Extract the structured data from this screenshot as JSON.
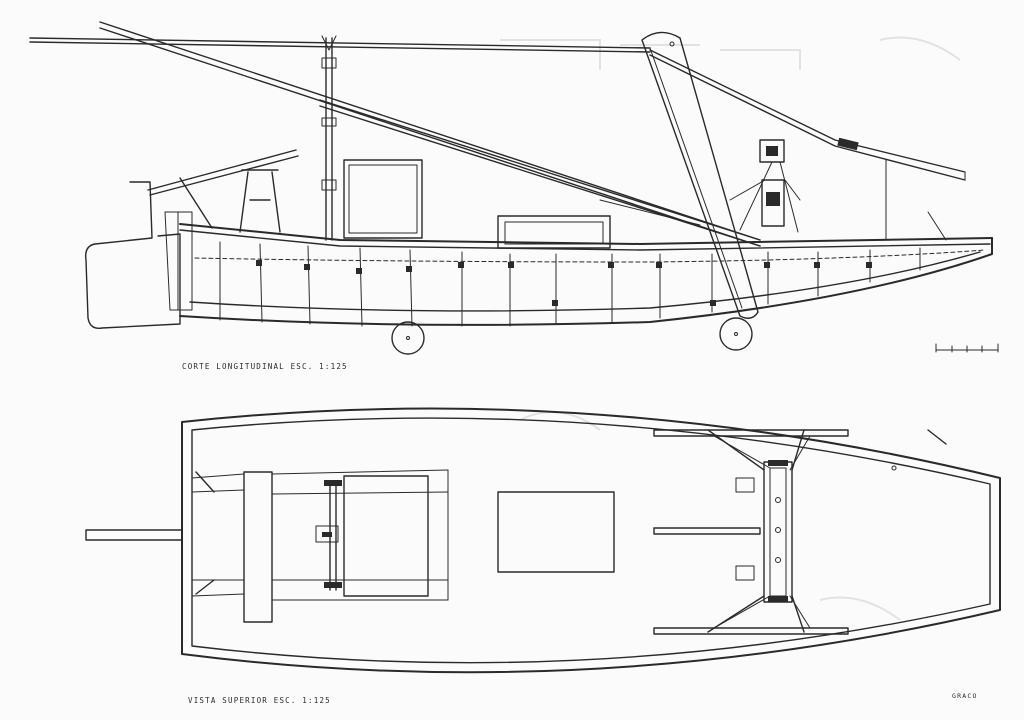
{
  "drawing": {
    "side_view_caption": "CORTE LONGITUDINAL  ESC. 1:125",
    "top_view_caption": "VISTA SUPERIOR  ESC. 1:125",
    "signature": "GRACO",
    "colors": {
      "ink": "#2a2a2a",
      "paper": "#fbfbfb"
    }
  }
}
